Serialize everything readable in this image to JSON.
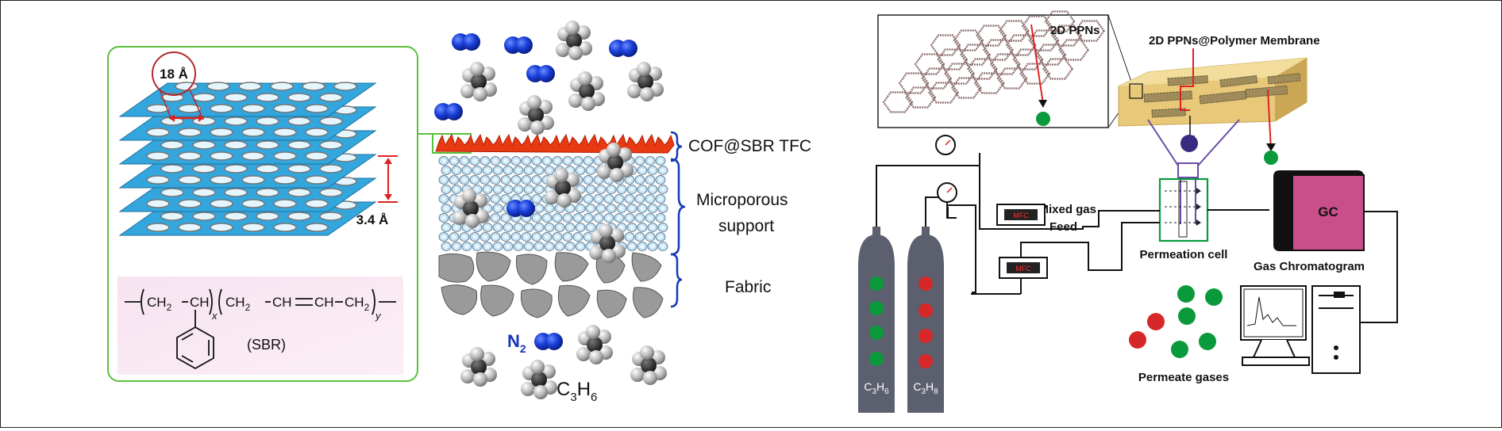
{
  "left_panel": {
    "spacing_label": "18 Å",
    "interlayer_label": "3.4 Å",
    "sbr_formula": {
      "part1": "CH",
      "part2": "CH",
      "part3": "CH",
      "part4": "CH",
      "part5": "CH",
      "part6": "CH",
      "sub_x": "x",
      "sub_y": "y",
      "sub2": "2"
    },
    "sbr_name": "(SBR)"
  },
  "membrane_panel": {
    "layer_labels": [
      "COF@SBR TFC",
      "Microporous",
      "support",
      "Fabric"
    ],
    "n2_label": "N",
    "n2_sub": "2",
    "c3h6_label": "C",
    "c3h6_sub3": "3",
    "c3h6_h": "H",
    "c3h6_sub6": "6"
  },
  "setup_panel": {
    "ppn_label": "2D PPNs",
    "membrane_label": "2D PPNs@Polymer Membrane",
    "mixed_gas_label": [
      "Mixed gas",
      "Feed"
    ],
    "mfc_label": "MFC",
    "permeation_label": "Permeation cell",
    "gc_label": "GC",
    "gc_caption": "Gas Chromatogram",
    "permeate_label": "Permeate gases",
    "cylinder_left_label": "C3H6",
    "cylinder_right_label": "C3H8",
    "colors": {
      "propylene": "#0a9a3c",
      "propane": "#d62828",
      "gc_box": "#c94f8a",
      "membrane": "#e8c97a",
      "cylinder": "#5c5f6e"
    }
  }
}
